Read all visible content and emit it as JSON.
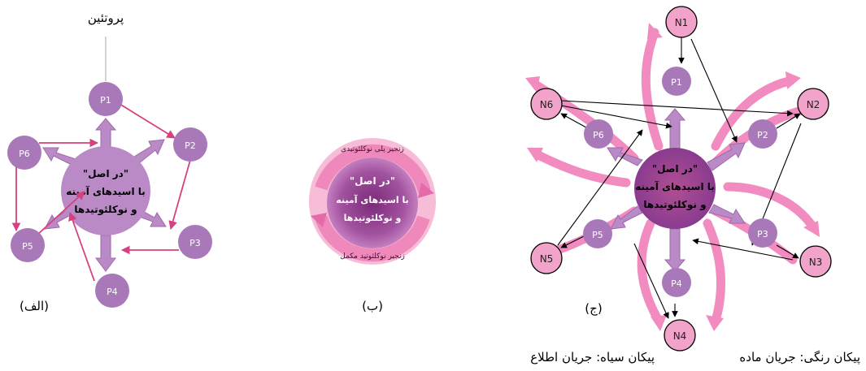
{
  "panel_a": {
    "protein_label": "پروتئین",
    "center_line1": "\"در اصل\"",
    "center_line2": "با اسیدهای آمینه",
    "center_line3": "و نوکلئوتیدها",
    "caption": "(الف)",
    "nodes": [
      "P1",
      "P2",
      "P3",
      "P4",
      "P5",
      "P6"
    ]
  },
  "panel_b": {
    "center_line1": "\"در اصل\"",
    "center_line2": "با اسیدهای آمینه",
    "center_line3": "و نوکلئوتیدها",
    "ring_top": "زنجیر پلی نوکلئوتیدی",
    "ring_bottom": "زنجیر نوکلئوتید مکمل",
    "caption": "(ب)"
  },
  "panel_c": {
    "center_line1": "\"در اصل\"",
    "center_line2": "با اسیدهای آمینه",
    "center_line3": "و نوکلئوتیدها",
    "caption": "(ج)",
    "p_nodes": [
      "P1",
      "P2",
      "P3",
      "P4",
      "P5",
      "P6"
    ],
    "n_nodes": [
      "N1",
      "N2",
      "N3",
      "N4",
      "N5",
      "N6"
    ]
  },
  "legend": {
    "colored_arrow": "پیکان رنگی: جریان ماده",
    "black_arrow": "پیکان سیاه: جریان اطلاع"
  },
  "colors": {
    "circle_fill": "#b98ac6",
    "node_fill": "#a978b9",
    "pink_arrow": "#f08ac0",
    "n_fill": "#f2a3c9",
    "ring_pink": "#f39cc6",
    "core": "#8c3c8f"
  }
}
